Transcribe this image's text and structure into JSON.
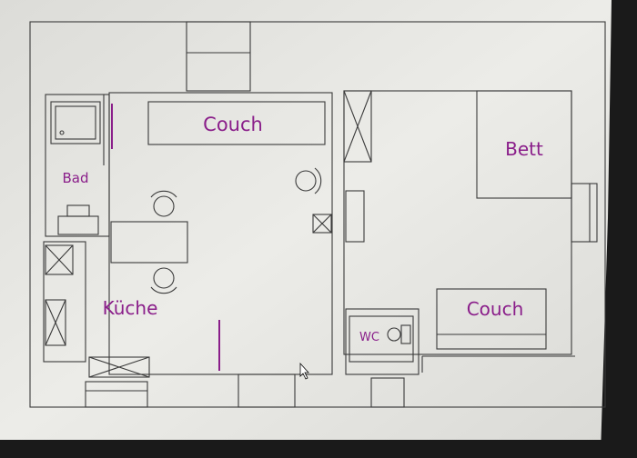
{
  "rooms": {
    "bad": "Bad",
    "kueche": "Küche",
    "wc": "WC",
    "bett": "Bett"
  },
  "furniture": {
    "couch_living": "Couch",
    "couch_bedroom": "Couch"
  },
  "colors": {
    "label": "#8a1e8a",
    "line": "#3a3a3a",
    "paper": "#e8e8e4",
    "screen_edge": "#1a1a1a"
  }
}
